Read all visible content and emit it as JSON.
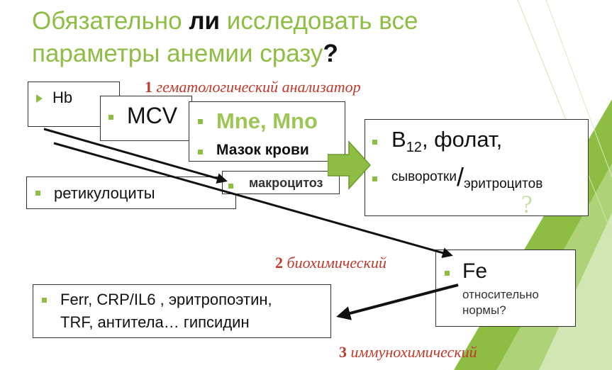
{
  "title": {
    "line1_part1": "Обязательно ",
    "line1_bold": "ли",
    "line1_part2": " исследовать все",
    "line2_part1": "параметры анемии сразу",
    "line2_bold": "?"
  },
  "labels": {
    "hema": {
      "num": "1",
      "text": " гематологический анализатор"
    },
    "bio": {
      "num": "2",
      "text": " биохимический"
    },
    "immuno": {
      "num": "3",
      "text": " иммунохимический"
    }
  },
  "boxes": {
    "hb": "Hb",
    "mcv": "MCV",
    "mne": "Mne, Mno",
    "smear": "Мазок крови",
    "retic": "ретикулоциты",
    "macro": "макроцитоз",
    "b12": {
      "b": "B",
      "sub": "12",
      "rest": ", фолат,",
      "line2a": "сыворотки",
      "slash": "/",
      "line2b": "эритроцитов",
      "qmark": "?"
    },
    "fe": {
      "main": "Fe",
      "line2": "относительно",
      "line3": "нормы?"
    },
    "ferr": {
      "line1": "Ferr, CRP/IL6 , эритропоэтин,",
      "line2": "TRF, антитела… гипсидин"
    }
  },
  "colors": {
    "accent": "#8ebd44",
    "red": "#c0392b",
    "text": "#111111"
  }
}
